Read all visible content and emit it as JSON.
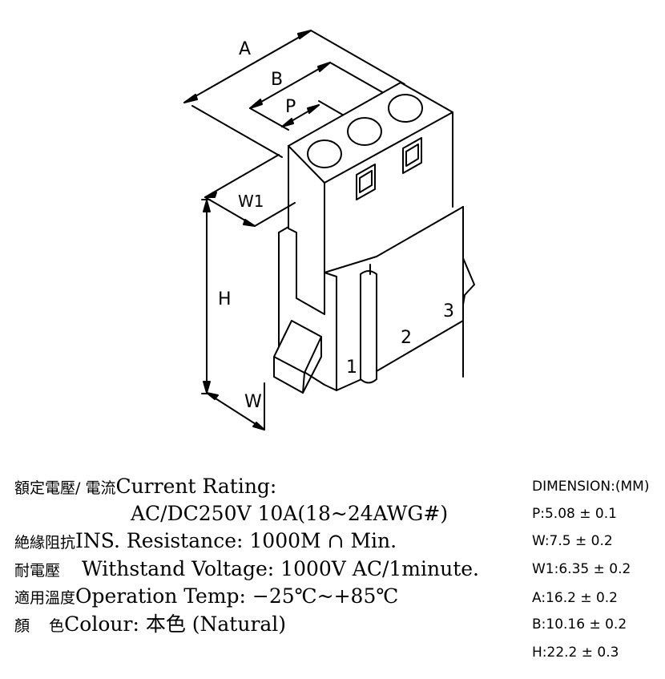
{
  "drawing": {
    "dimension_labels": {
      "a": "A",
      "b": "B",
      "p": "P",
      "w1": "W1",
      "h": "H",
      "w": "W"
    },
    "pin_labels": [
      "1",
      "2",
      "3"
    ]
  },
  "specs": [
    {
      "cjk": "額定電壓/ 電流",
      "text": "Current  Rating:"
    },
    {
      "cjk": "",
      "text": "AC/DC250V  10A(18~24AWG#)"
    },
    {
      "cjk": "絶緣阻抗",
      "text": "INS. Resistance: 1000M ∩ Min."
    },
    {
      "cjk": "耐電壓",
      "text": "Withstand  Voltage:  1000V  AC/1minute."
    },
    {
      "cjk": "適用溫度",
      "text": "Operation  Temp: −25℃~+85℃"
    },
    {
      "cjk": "顏    色",
      "text": "Colour: 本色 (Natural)"
    }
  ],
  "dimensions": {
    "title": "DIMENSION:(MM)",
    "items": [
      "P:5.08 ± 0.1",
      "W:7.5 ± 0.2",
      "W1:6.35 ± 0.2",
      "A:16.2 ± 0.2",
      "B:10.16 ± 0.2",
      "H:22.2 ± 0.3"
    ]
  }
}
